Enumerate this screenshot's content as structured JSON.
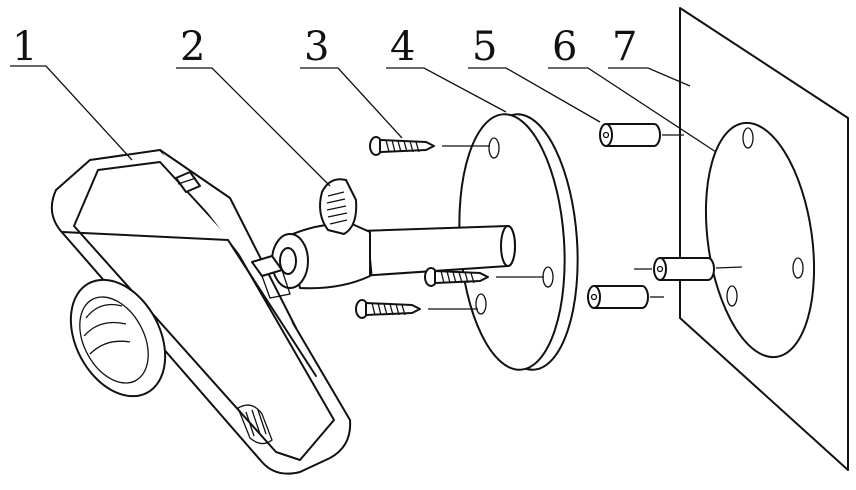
{
  "callouts": [
    {
      "id": "camera",
      "label": "1"
    },
    {
      "id": "knob",
      "label": "2"
    },
    {
      "id": "screw",
      "label": "3"
    },
    {
      "id": "bracket-base",
      "label": "4"
    },
    {
      "id": "anchor",
      "label": "5"
    },
    {
      "id": "hole",
      "label": "6"
    },
    {
      "id": "wall",
      "label": "7"
    }
  ]
}
